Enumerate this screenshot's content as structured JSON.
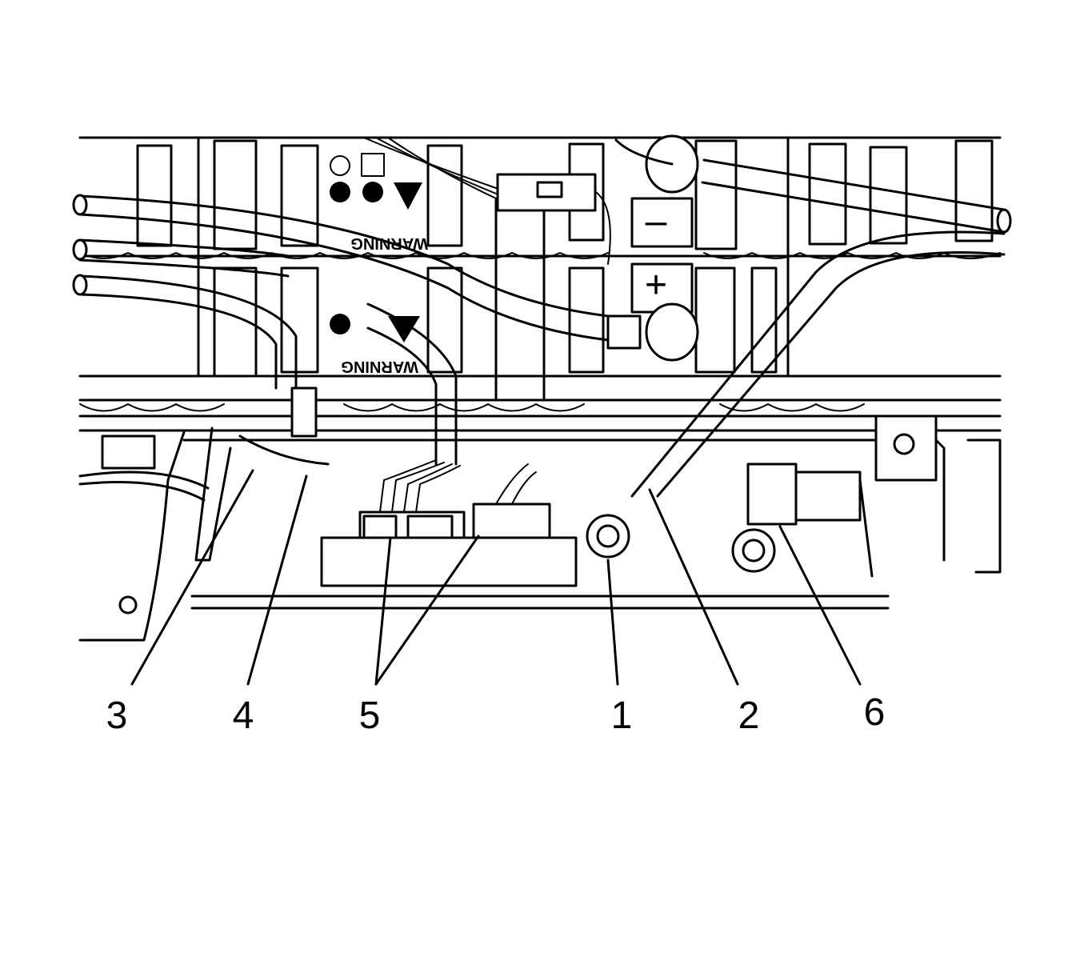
{
  "callouts": [
    {
      "id": "3",
      "label": "3"
    },
    {
      "id": "4",
      "label": "4"
    },
    {
      "id": "5",
      "label": "5"
    },
    {
      "id": "1",
      "label": "1"
    },
    {
      "id": "2",
      "label": "2"
    },
    {
      "id": "6",
      "label": "6"
    }
  ],
  "labels": {
    "warning_upper": "WARNING",
    "warning_lower": "WARNING",
    "terminal_negative": "–",
    "terminal_positive": "+"
  }
}
